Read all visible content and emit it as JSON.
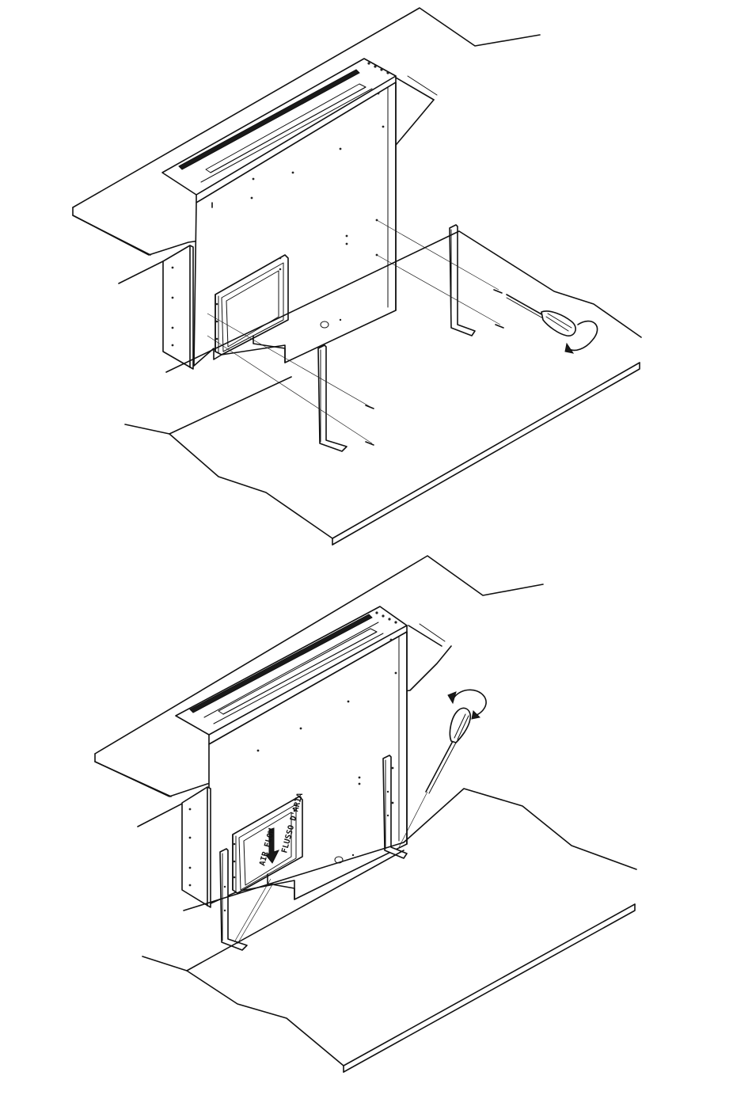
{
  "steps": [
    {
      "id": "step-1",
      "airflow_labels": []
    },
    {
      "id": "step-2",
      "airflow_labels": [
        "AIR FLOW",
        "FLUSSO D'ARIA"
      ]
    }
  ],
  "icons": {
    "screwdriver": "screwdriver-icon",
    "rotation": "rotation-arrow-icon",
    "airflow": "airflow-arrow-icon"
  }
}
